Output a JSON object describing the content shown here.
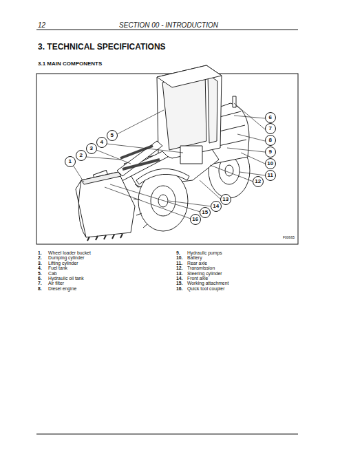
{
  "diagram": {
    "title": "3. TECHNICAL SPECIFICATIONS",
    "labels": [
      "12",
      "SECTION 00 - INTRODUCTION",
      "3.1 MAIN COMPONENTS",
      "1",
      "2",
      "3",
      "4",
      "5",
      "6",
      "7",
      "8",
      "9",
      "10",
      "11",
      "12",
      "13",
      "14",
      "15",
      "16",
      "F00665",
      "1.",
      "Wheel loader bucket",
      "2.",
      "Dumping cylinder",
      "3.",
      "Lifting cylinder",
      "4.",
      "Fuel tank",
      "5.",
      "Cab",
      "6.",
      "Hydraulic oil tank",
      "7.",
      "Air filter",
      "8.",
      "Diesel engine",
      "9.",
      "Hydraulic pumps",
      "10.",
      "Battery",
      "11.",
      "Rear axle",
      "12.",
      "Transmission",
      "13.",
      "Steering cylinder",
      "14.",
      "Front axle",
      "15.",
      "Working attachment",
      "16.",
      "Quick tool coupler"
    ]
  }
}
